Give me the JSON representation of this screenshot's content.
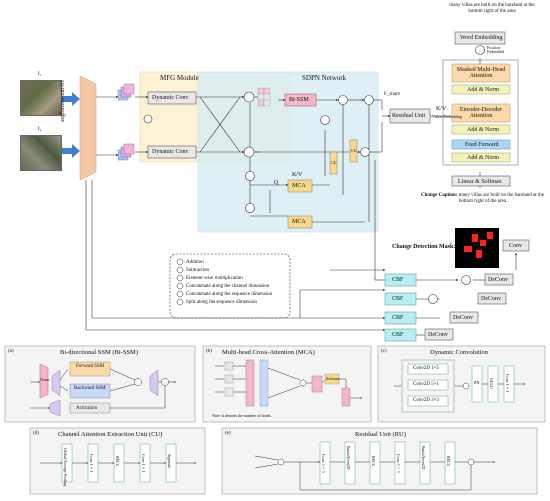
{
  "labels": {
    "t1": "I₁",
    "t2": "I₂",
    "segformer": "segformer-mit-b1",
    "mfg": "MFG Module",
    "sdpn": "SDPN Network",
    "dynconv": "Dynamic Conv",
    "bissm": "Bi-SSM",
    "mca": "MCA",
    "cu": "CU",
    "kv": "K/V",
    "q": "Q",
    "residual": "Residual Unit",
    "fshare": "F_share",
    "conv": "Conv",
    "deconv": "DeConv",
    "cbf": "CBF"
  },
  "decoder": {
    "caption": "many villas are built on the bareland at the bottom right of the area",
    "embedding": "Word Embedding",
    "position": "Position Embedded",
    "masked": "Masked Multi-Head Attention",
    "addnorm": "Add & Norm",
    "vision": "Vision Embedding",
    "encdec": "Encoder-Decoder Attention",
    "ff": "Feed Forward",
    "linear": "Linear & Softmax",
    "changecap_title": "Change Caption:",
    "changecap_text": "many villas are built on the bareland at the bottom right of the area",
    "mask": "Change Detection Mask:"
  },
  "legend": [
    "Addition",
    "Subtraction",
    "Element-wise multiplication",
    "Concatenate along the channel dimension",
    "Concatenate along the sequence dimension",
    "Split along the sequence dimension"
  ],
  "panels": {
    "a_tag": "(a)",
    "a": "Bi-directional SSM (Bi-SSM)",
    "b_tag": "(b)",
    "b": "Multi-head Cross-Attention (MCA)",
    "c_tag": "(c)",
    "c": "Dynamic Convolution",
    "d_tag": "(d)",
    "d": "Channel Attention Extraction Unit (CU)",
    "e_tag": "(e)",
    "e": "Residual Unit (RU)"
  },
  "panel_a": {
    "forward": "Forward SSM",
    "backward": "Backward SSM",
    "activation": "Activation",
    "norm": "Norm"
  },
  "panel_b": {
    "softmax": "Softmax",
    "note": "Note: h denotes the number of heads."
  },
  "panel_c": {
    "k1": "Conv2D 1×5",
    "k2": "Conv2D 5×1",
    "k3": "Conv2D 3×3",
    "bn": "BN",
    "gelu": "GELU",
    "conv11": "Conv 1×1"
  },
  "panel_d": {
    "gap": "Global Average Pooling",
    "conv": "Conv 1×1",
    "relu": "RELU",
    "sigmoid": "Sigmoid"
  },
  "panel_e": {
    "conv": "Conv 3×3",
    "bn": "BatchNorm2D",
    "relu": "RELU"
  }
}
